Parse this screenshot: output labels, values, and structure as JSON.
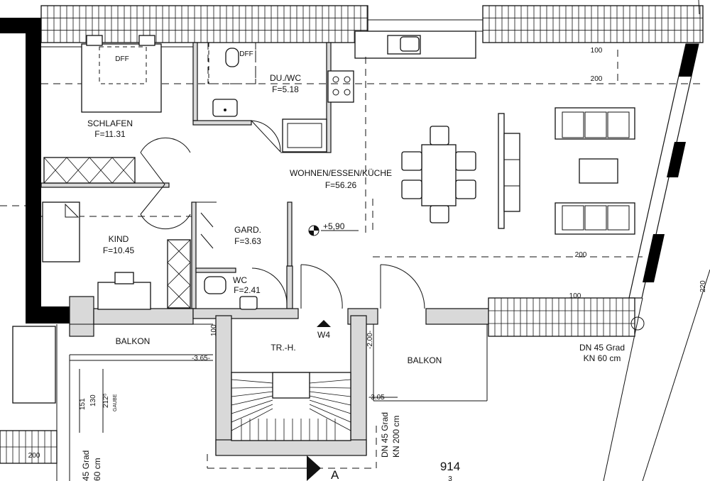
{
  "rooms": {
    "schlafen": {
      "name": "SCHLAFEN",
      "area": "F=11.31"
    },
    "du_wc": {
      "name": "DU./WC",
      "area": "F=5.18"
    },
    "wohnen": {
      "name": "WOHNEN/ESSEN/KÜCHE",
      "area": "F=56.26"
    },
    "kind": {
      "name": "KIND",
      "area": "F=10.45"
    },
    "gard": {
      "name": "GARD.",
      "area": "F=3.63"
    },
    "wc": {
      "name": "WC",
      "area": "F=2.41"
    },
    "treppenhaus": {
      "name": "TR.-H."
    },
    "balkon_left": {
      "name": "BALKON"
    },
    "balkon_right": {
      "name": "BALKON"
    }
  },
  "labels": {
    "dff_1": "DFF",
    "dff_2": "DFF",
    "level": "+5,90",
    "w4": "W4",
    "roof_right_1": "DN 45 Grad",
    "roof_right_2": "KN 60 cm",
    "roof_stair_1": "DN 45 Grad",
    "roof_stair_2": "KN 200 cm",
    "roof_left_1": "45 Grad",
    "roof_left_2": "60 cm",
    "gaube": "GAUBE",
    "section_mark": "A",
    "plot_num": "914",
    "plot_sub": "3"
  },
  "dimensions": {
    "d100_top": "100",
    "d200_top": "200",
    "d200_mid": "200",
    "d100_right": "100",
    "d220": "220",
    "d365": "-3.65-",
    "d305": "-3.05-",
    "d100_v": "100",
    "d200_v": "-2.00-",
    "d151": "151",
    "d130": "130",
    "d212": "212⁵",
    "d200_low": "200"
  },
  "colors": {
    "line": "#111111",
    "wall_fill": "#d9d9d9",
    "heavy_wall": "#000000"
  }
}
